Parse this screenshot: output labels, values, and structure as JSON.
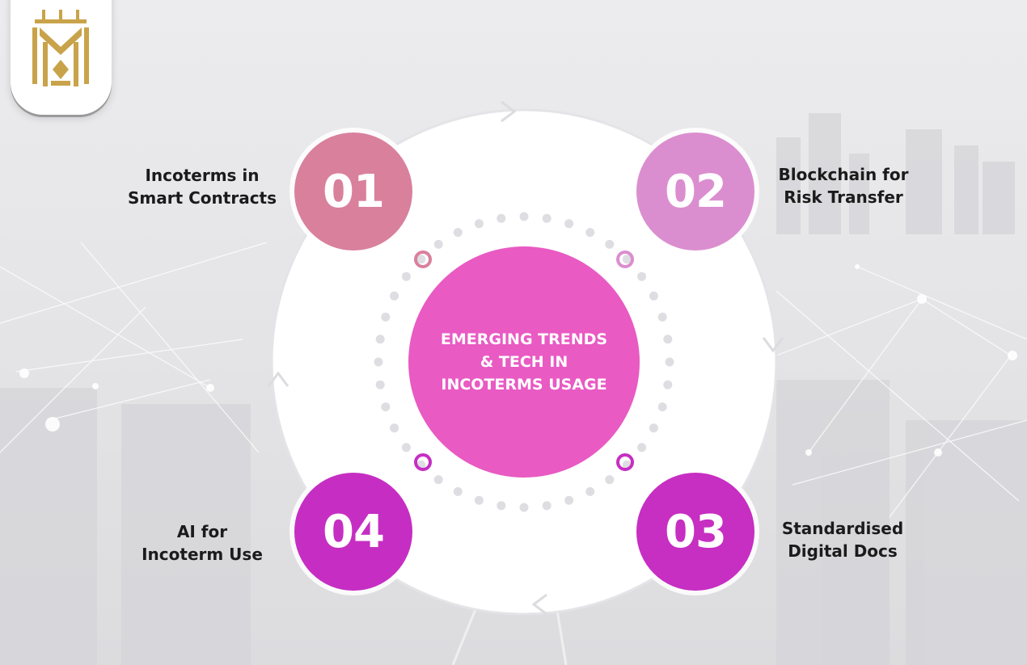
{
  "colors": {
    "step1": "#d9809d",
    "step2": "#db8ecf",
    "step3": "#c72ec2",
    "step4": "#c62ec3",
    "center": "#e95ac3",
    "gold": "#c9a34a"
  },
  "logo": {
    "icon": "crown-shield-logo-icon"
  },
  "center": {
    "line1": "EMERGING TRENDS",
    "line2": "& TECH IN",
    "line3": "INCOTERMS USAGE"
  },
  "steps": [
    {
      "number": "01",
      "label_line1": "Incoterms in",
      "label_line2": "Smart Contracts"
    },
    {
      "number": "02",
      "label_line1": "Blockchain for",
      "label_line2": "Risk Transfer"
    },
    {
      "number": "03",
      "label_line1": "Standardised",
      "label_line2": "Digital Docs"
    },
    {
      "number": "04",
      "label_line1": "AI for",
      "label_line2": "Incoterm Use"
    }
  ]
}
